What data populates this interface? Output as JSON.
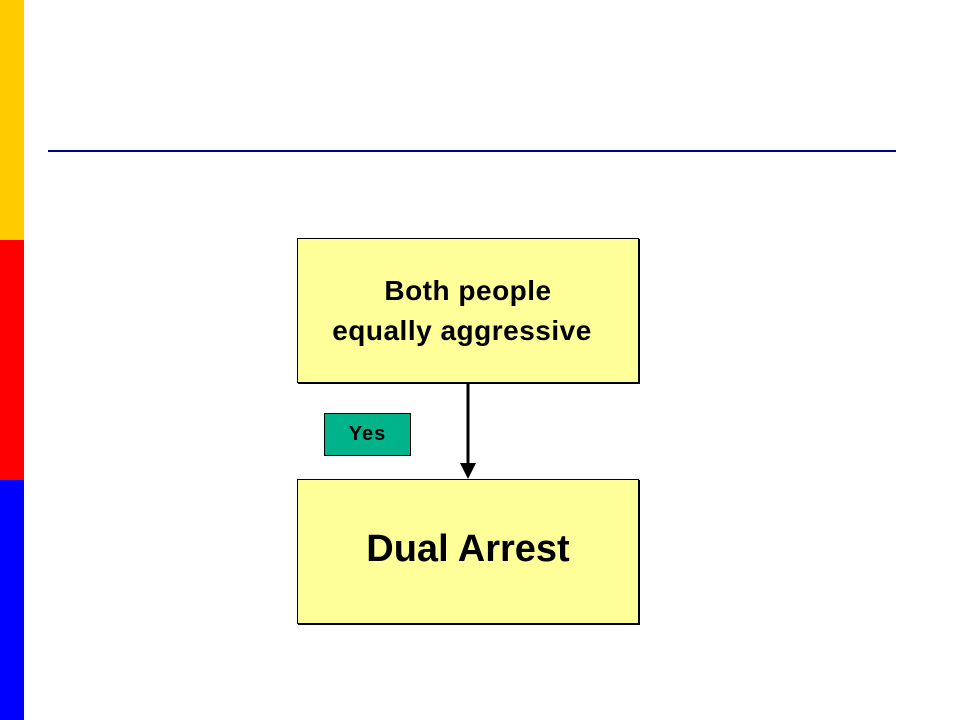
{
  "colors": {
    "bar_top": "#ffcc00",
    "bar_middle": "#ff0000",
    "bar_bottom": "#0000ff",
    "title_rule": "#000099",
    "node_fill": "#ffff99",
    "edge_label_fill": "#00b38a",
    "connector": "#000000"
  },
  "diagram": {
    "decision": {
      "line1": "Both people",
      "line2": "equally aggressive"
    },
    "edge_label": "Yes",
    "outcome": "Dual Arrest"
  }
}
